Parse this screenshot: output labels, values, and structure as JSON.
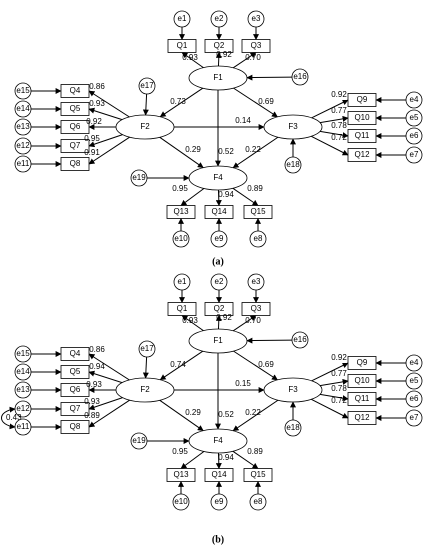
{
  "panels": [
    {
      "label": "(a)",
      "latents": [
        "F1",
        "F2",
        "F3",
        "F4"
      ],
      "indicators": [
        "Q1",
        "Q2",
        "Q3",
        "Q4",
        "Q5",
        "Q6",
        "Q7",
        "Q8",
        "Q9",
        "Q10",
        "Q11",
        "Q12",
        "Q13",
        "Q14",
        "Q15"
      ],
      "errors": [
        "e1",
        "e2",
        "e3",
        "e15",
        "e14",
        "e13",
        "e12",
        "e11",
        "e4",
        "e5",
        "e6",
        "e7",
        "e10",
        "e9",
        "e8",
        "e17",
        "e16",
        "e18",
        "e19"
      ],
      "loadings": [
        "0.93",
        "0.92",
        "0.70",
        "0.86",
        "0.93",
        "0.92",
        "0.95",
        "0.91",
        "0.92",
        "0.77",
        "0.78",
        "0.72",
        "0.95",
        "0.94",
        "0.89"
      ],
      "paths": [
        "0.73",
        "0.69",
        "0.52",
        "0.14",
        "0.29",
        "0.22"
      ],
      "covariances": []
    },
    {
      "label": "(b)",
      "latents": [
        "F1",
        "F2",
        "F3",
        "F4"
      ],
      "indicators": [
        "Q1",
        "Q2",
        "Q3",
        "Q4",
        "Q5",
        "Q6",
        "Q7",
        "Q8",
        "Q9",
        "Q10",
        "Q11",
        "Q12",
        "Q13",
        "Q14",
        "Q15"
      ],
      "errors": [
        "e1",
        "e2",
        "e3",
        "e15",
        "e14",
        "e13",
        "e12",
        "e11",
        "e4",
        "e5",
        "e6",
        "e7",
        "e10",
        "e9",
        "e8",
        "e17",
        "e16",
        "e18",
        "e19"
      ],
      "loadings": [
        "0.93",
        "0.92",
        "0.70",
        "0.86",
        "0.94",
        "0.93",
        "0.93",
        "0.89",
        "0.92",
        "0.77",
        "0.78",
        "0.72",
        "0.95",
        "0.94",
        "0.89"
      ],
      "paths": [
        "0.74",
        "0.69",
        "0.52",
        "0.15",
        "0.29",
        "0.22"
      ],
      "covariances": [
        "0.43"
      ]
    }
  ]
}
